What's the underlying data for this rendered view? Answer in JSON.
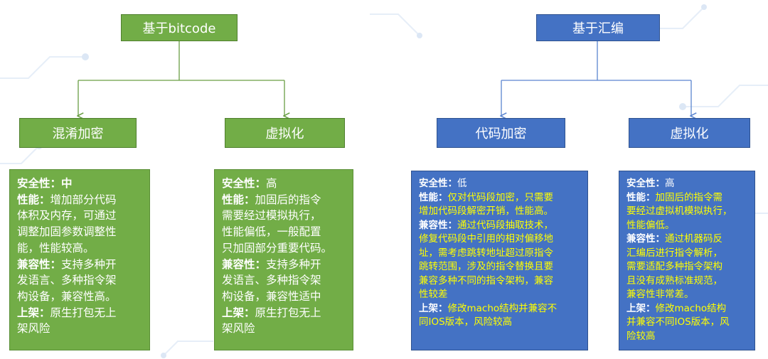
{
  "left_tree": {
    "root": "基于bitcode",
    "children": [
      {
        "title": "混淆加密",
        "card": [
          [
            {
              "t": "安全性：",
              "k": "lbl"
            },
            {
              "t": "中",
              "k": "lbl"
            }
          ],
          [
            {
              "t": "性能：",
              "k": "lbl"
            },
            {
              "t": "增加部分代码",
              "k": "val"
            }
          ],
          [
            {
              "t": "体积及内存，可通过",
              "k": "val"
            }
          ],
          [
            {
              "t": "调整加固参数调整性",
              "k": "val"
            }
          ],
          [
            {
              "t": "能，性能较高。",
              "k": "val"
            }
          ],
          [
            {
              "t": "兼容性：",
              "k": "lbl"
            },
            {
              "t": "支持多种开",
              "k": "val"
            }
          ],
          [
            {
              "t": "发语言、多种指令架",
              "k": "val"
            }
          ],
          [
            {
              "t": "构设备，兼容性高。",
              "k": "val"
            }
          ],
          [
            {
              "t": "上架：",
              "k": "lbl"
            },
            {
              "t": "原生打包无上",
              "k": "val"
            }
          ],
          [
            {
              "t": "架风险",
              "k": "val"
            }
          ]
        ]
      },
      {
        "title": "虚拟化",
        "card": [
          [
            {
              "t": "安全性：",
              "k": "lbl"
            },
            {
              "t": "高",
              "k": "val"
            }
          ],
          [
            {
              "t": "性能：",
              "k": "lbl"
            },
            {
              "t": "加固后的指令",
              "k": "val"
            }
          ],
          [
            {
              "t": "需要经过模拟执行，",
              "k": "val"
            }
          ],
          [
            {
              "t": "性能偏低，一般配置",
              "k": "val"
            }
          ],
          [
            {
              "t": "只加固部分重要代码。",
              "k": "val"
            }
          ],
          [
            {
              "t": "兼容性：",
              "k": "lbl"
            },
            {
              "t": "支持多种开",
              "k": "val"
            }
          ],
          [
            {
              "t": "发语言、多种指令架",
              "k": "val"
            }
          ],
          [
            {
              "t": "构设备，兼容性适中",
              "k": "val"
            }
          ],
          [
            {
              "t": "上架：",
              "k": "lbl"
            },
            {
              "t": "原生打包无上",
              "k": "val"
            }
          ],
          [
            {
              "t": "架风险",
              "k": "val"
            }
          ]
        ]
      }
    ]
  },
  "right_tree": {
    "root": "基于汇编",
    "children": [
      {
        "title": "代码加密",
        "card": [
          [
            {
              "t": "安全性：",
              "k": "lbl"
            },
            {
              "t": "低",
              "k": "plain"
            }
          ],
          [
            {
              "t": "性能：",
              "k": "lbl"
            },
            {
              "t": "仅对代码段加密，只需要",
              "k": "val"
            }
          ],
          [
            {
              "t": "增加代码段解密开销，性能高。",
              "k": "val"
            }
          ],
          [
            {
              "t": "兼容性：",
              "k": "lbl"
            },
            {
              "t": "通过代码段抽取技术，",
              "k": "val"
            }
          ],
          [
            {
              "t": "修复代码段中引用的相对偏移地",
              "k": "val"
            }
          ],
          [
            {
              "t": "址，需考虑跳转地址超过原指令",
              "k": "val"
            }
          ],
          [
            {
              "t": "跳转范围，涉及的指令替换且要",
              "k": "val"
            }
          ],
          [
            {
              "t": "兼容多种不同的指令架构，兼容",
              "k": "val"
            }
          ],
          [
            {
              "t": "性较差",
              "k": "val"
            }
          ],
          [
            {
              "t": "上架：",
              "k": "lbl"
            },
            {
              "t": "修改macho结构并兼容不",
              "k": "val"
            }
          ],
          [
            {
              "t": "同IOS版本，风险较高",
              "k": "val"
            }
          ]
        ]
      },
      {
        "title": "虚拟化",
        "card": [
          [
            {
              "t": "安全性：",
              "k": "lbl"
            },
            {
              "t": "高",
              "k": "plain"
            }
          ],
          [
            {
              "t": "性能：",
              "k": "lbl"
            },
            {
              "t": "加固后的指令需",
              "k": "val"
            }
          ],
          [
            {
              "t": "要经过虚拟机模拟执行，",
              "k": "val"
            }
          ],
          [
            {
              "t": "性能偏低。",
              "k": "val"
            }
          ],
          [
            {
              "t": "兼容性：",
              "k": "lbl"
            },
            {
              "t": "通过机器码反",
              "k": "val"
            }
          ],
          [
            {
              "t": "汇编后进行指令解析，",
              "k": "val"
            }
          ],
          [
            {
              "t": "需要适配多种指令架构",
              "k": "val"
            }
          ],
          [
            {
              "t": "且没有成熟标准规范，",
              "k": "val"
            }
          ],
          [
            {
              "t": "兼容性非常差。",
              "k": "val"
            }
          ],
          [
            {
              "t": "上架：",
              "k": "lbl"
            },
            {
              "t": "修改macho结构",
              "k": "val"
            }
          ],
          [
            {
              "t": "并兼容不同IOS版本，风",
              "k": "val"
            }
          ],
          [
            {
              "t": "险较高",
              "k": "val"
            }
          ]
        ]
      }
    ]
  },
  "colors": {
    "green": "#72ad47",
    "blue": "#4472c4",
    "highlight": "#ffff00",
    "connector_green": "#6a9f45",
    "connector_blue": "#5b85d0"
  }
}
